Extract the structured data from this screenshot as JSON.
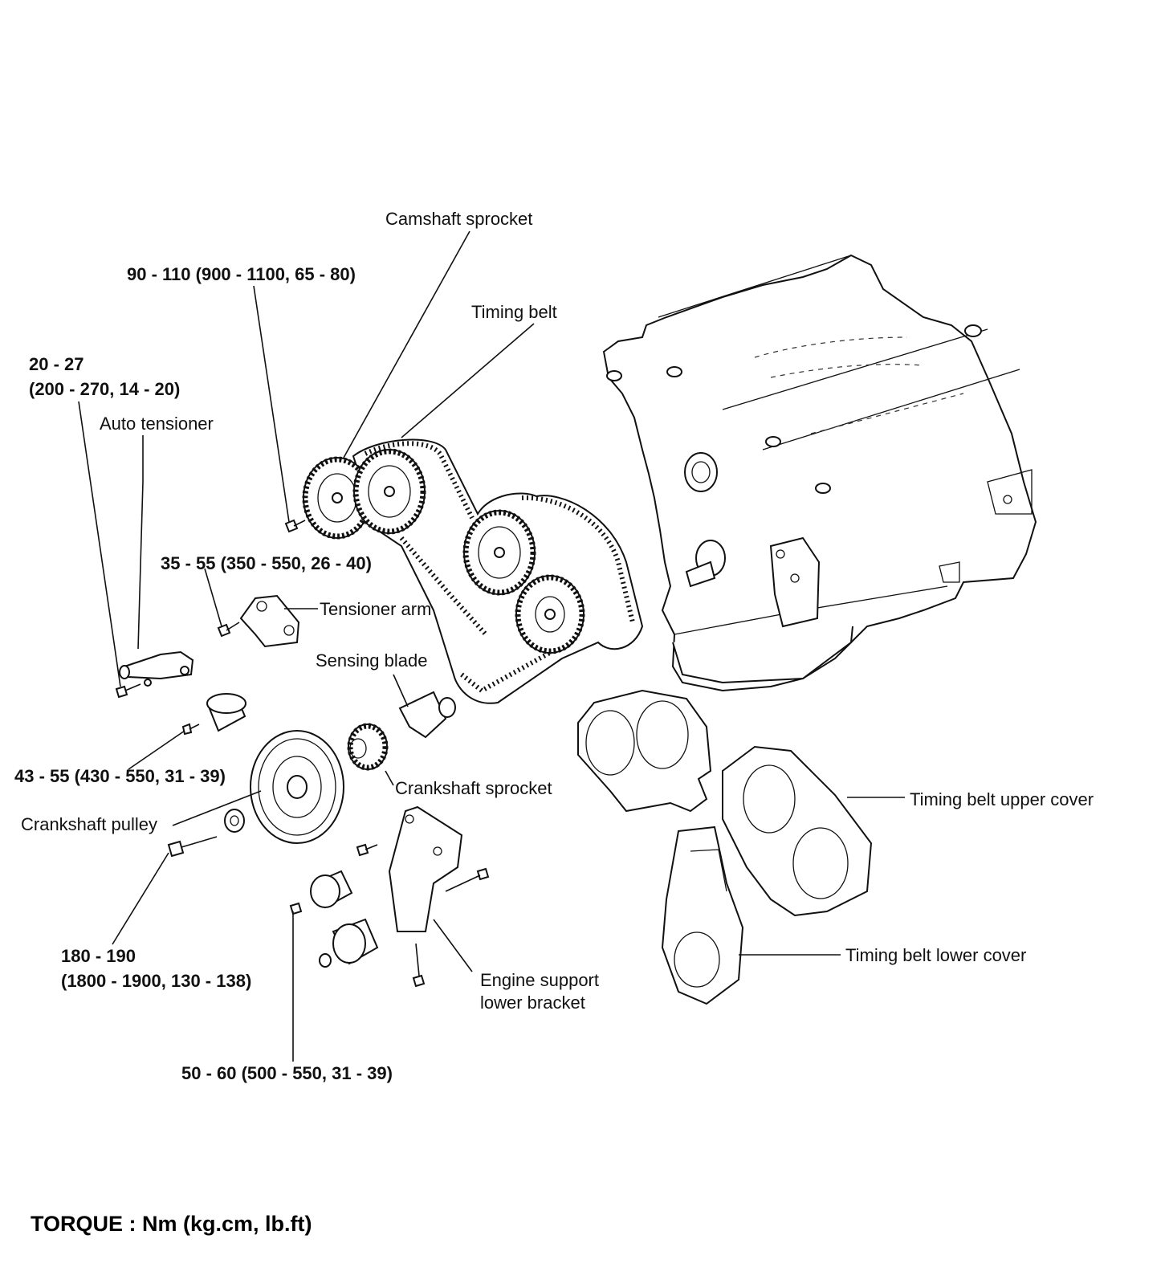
{
  "labels": {
    "camshaft_sprocket": "Camshaft sprocket",
    "timing_belt": "Timing belt",
    "auto_tensioner": "Auto tensioner",
    "tensioner_arm": "Tensioner arm",
    "sensing_blade": "Sensing blade",
    "crankshaft_sprocket": "Crankshaft sprocket",
    "crankshaft_pulley": "Crankshaft pulley",
    "timing_belt_upper_cover": "Timing belt upper cover",
    "timing_belt_lower_cover": "Timing belt lower cover",
    "engine_support_lower_bracket_line1": "Engine support",
    "engine_support_lower_bracket_line2": "lower bracket"
  },
  "torques": {
    "camshaft_bolt": "90 - 110 (900 - 1100, 65 - 80)",
    "auto_tensioner_bolt_line1": "20 - 27",
    "auto_tensioner_bolt_line2": "(200 - 270, 14 - 20)",
    "tensioner_arm_bolt": "35 - 55 (350 - 550, 26 - 40)",
    "idler_bolt": "43 - 55 (430 - 550, 31 - 39)",
    "crankshaft_bolt_line1": "180 - 190",
    "crankshaft_bolt_line2": "(1800 - 1900, 130 - 138)",
    "lower_idler_bolt": "50 - 60 (500 - 550, 31 - 39)"
  },
  "footer": {
    "torque_units": "TORQUE : Nm (kg.cm, lb.ft)"
  }
}
